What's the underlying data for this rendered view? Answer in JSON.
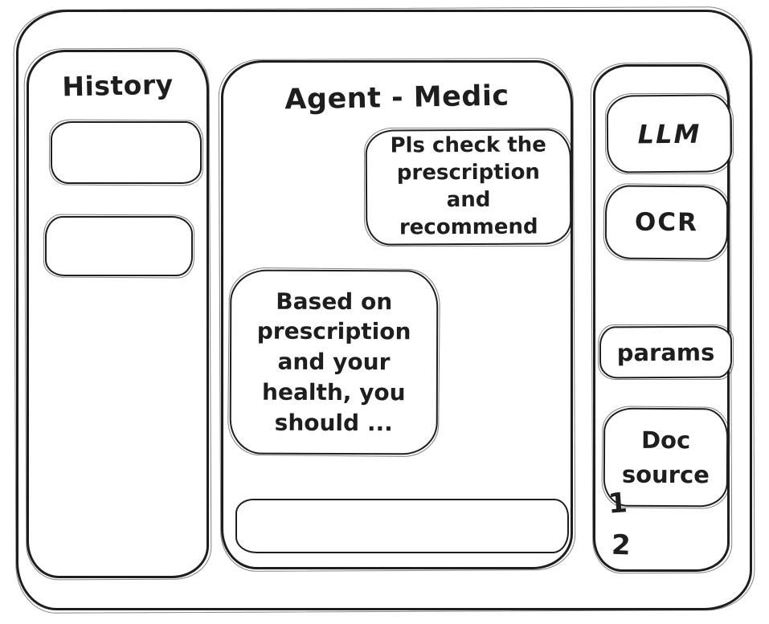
{
  "colors": {
    "ink": "#1e1e1e",
    "bg": "#ffffff"
  },
  "history_panel": {
    "title": "History",
    "items": [
      {
        "label": ""
      },
      {
        "label": ""
      }
    ]
  },
  "chat_panel": {
    "title": "Agent - Medic",
    "messages": [
      {
        "role": "user",
        "text": "Pls check the prescription and recommend"
      },
      {
        "role": "agent",
        "text": "Based on prescription and your health, you should ..."
      }
    ],
    "input": {
      "value": "",
      "placeholder": ""
    }
  },
  "tools_panel": {
    "buttons": [
      {
        "label": "LLM"
      },
      {
        "label": "OCR"
      },
      {
        "label": "params"
      },
      {
        "label": "Doc source"
      }
    ],
    "doc_sources": [
      "1",
      "2"
    ]
  }
}
